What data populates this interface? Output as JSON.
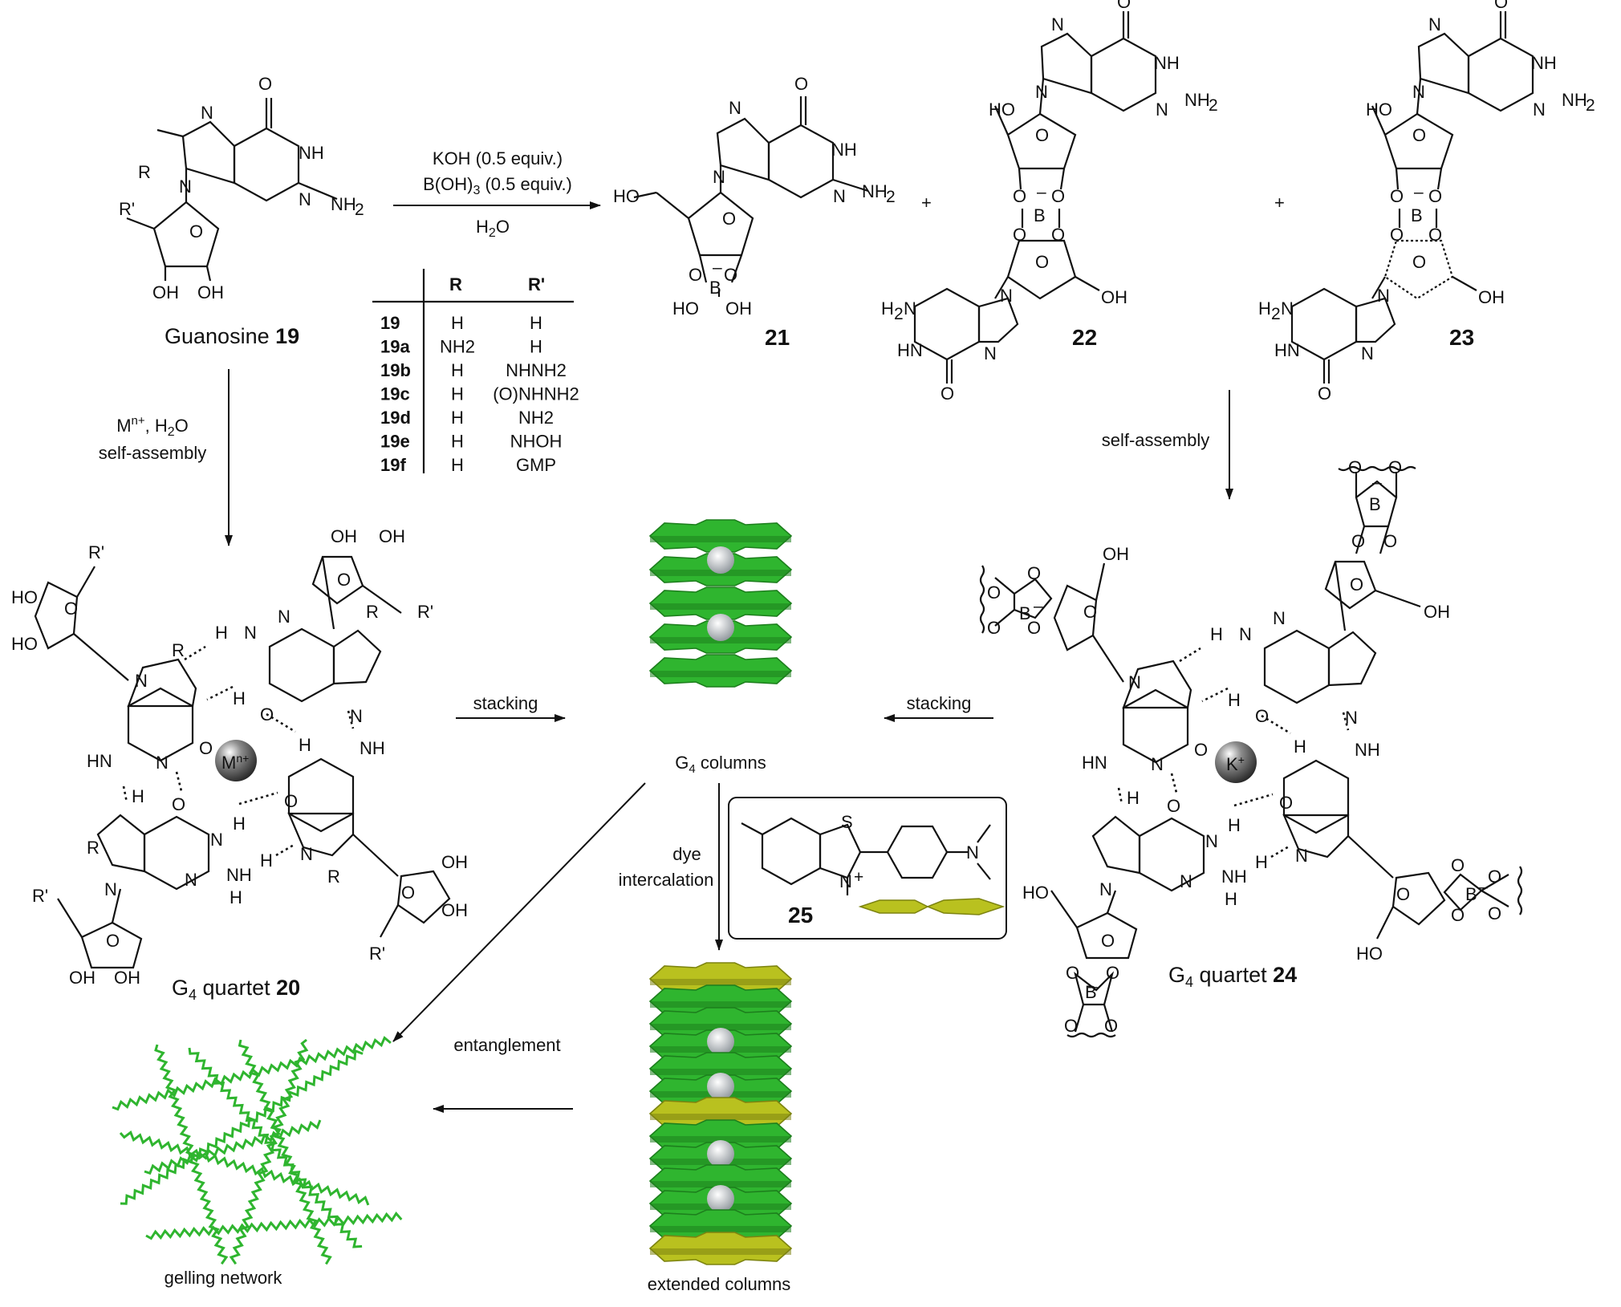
{
  "reaction": {
    "reagent1": "KOH (0.5 equiv.)",
    "reagent2": "B(OH)",
    "reagent2_sub": "3",
    "reagent2_tail": " (0.5 equiv.)",
    "solvent": "H",
    "solvent_sub": "2",
    "solvent_tail": "O"
  },
  "compounds": {
    "guanosine_label": "Guanosine",
    "guanosine_num": "19",
    "c21": "21",
    "c22": "22",
    "c23": "23",
    "c25": "25",
    "plus": "+"
  },
  "table": {
    "head_r": "R",
    "head_rp": "R'",
    "rows": [
      {
        "id": "19",
        "r": "H",
        "rp": "H"
      },
      {
        "id": "19a",
        "r": "NH2",
        "rp": "H"
      },
      {
        "id": "19b",
        "r": "H",
        "rp": "NHNH2"
      },
      {
        "id": "19c",
        "r": "H",
        "rp": "(O)NHNH2"
      },
      {
        "id": "19d",
        "r": "H",
        "rp": "NH2"
      },
      {
        "id": "19e",
        "r": "H",
        "rp": "NHOH"
      },
      {
        "id": "19f",
        "r": "H",
        "rp": "GMP"
      }
    ]
  },
  "arrows": {
    "left_line1": "M",
    "left_line1_sup": "n+",
    "left_line1_tail": ", H",
    "left_line1_sub": "2",
    "left_line1_end": "O",
    "left_line2": "self-assembly",
    "right_label": "self-assembly",
    "stacking_left": "stacking",
    "stacking_right": "stacking",
    "dye1": "dye",
    "dye2": "intercalation",
    "entanglement": "entanglement"
  },
  "labels": {
    "g4_columns": "G",
    "g4_columns_sub": "4",
    "g4_columns_tail": " columns",
    "quartet20": "G",
    "quartet20_sub": "4",
    "quartet20_tail": " quartet ",
    "quartet20_num": "20",
    "quartet24": "G",
    "quartet24_sub": "4",
    "quartet24_tail": " quartet ",
    "quartet24_num": "24",
    "extended": "extended columns",
    "gelling": "gelling network",
    "ion_left": "M",
    "ion_left_sup": "n+",
    "ion_right": "K",
    "ion_right_sup": "+"
  },
  "colors": {
    "green": "#2fb52f",
    "green_dark": "#1d7f1d",
    "yellow": "#b9c11f",
    "ion": "#9aa0a6"
  }
}
